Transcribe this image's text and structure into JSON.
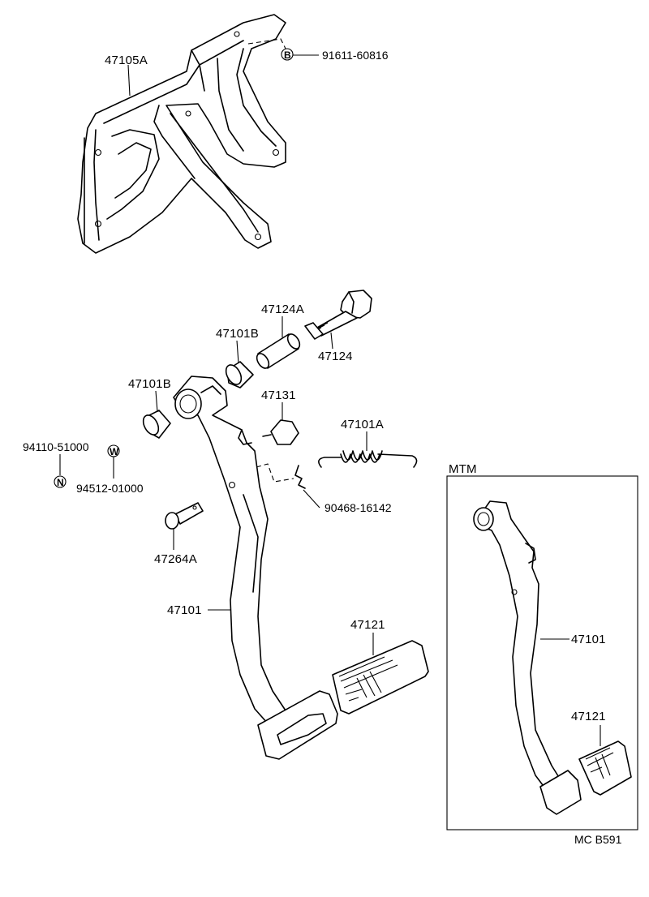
{
  "labels": {
    "bracket": "47105A",
    "bolt_b": "91611-60816",
    "bolt_b_symbol": "B",
    "collar": "47124A",
    "bushing_upper": "47101B",
    "bolt": "47124",
    "bushing_lower": "47101B",
    "stopper": "47131",
    "spring": "47101A",
    "nut": "94110-51000",
    "nut_symbol": "N",
    "washer": "94512-01000",
    "washer_symbol": "W",
    "clip": "90468-16142",
    "pin": "47264A",
    "pedal_arm": "47101",
    "pad": "47121"
  },
  "mtm": {
    "title": "MTM",
    "pedal_arm": "47101",
    "pad": "47121"
  },
  "footer_code": "MC  B591"
}
